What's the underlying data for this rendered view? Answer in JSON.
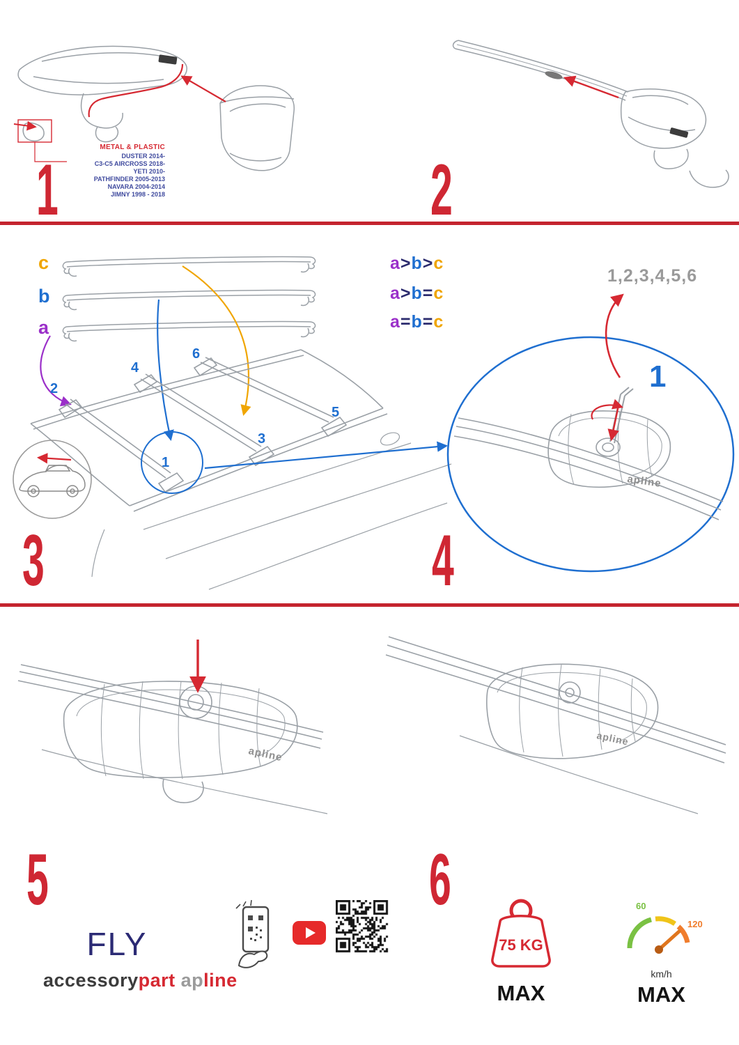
{
  "steps": {
    "s1": "1",
    "s2": "2",
    "s3": "3",
    "s4": "4",
    "s5": "5",
    "s6": "6"
  },
  "step1": {
    "material": "METAL & PLASTIC",
    "models": [
      "DUSTER 2014-",
      "C3-C5 AIRCROSS 2018-",
      "YETI 2010-",
      "PATHFINDER 2005-2013",
      "NAVARA 2004-2014",
      "JIMNY 1998 - 2018"
    ]
  },
  "legend": {
    "bar_c": "c",
    "bar_b": "b",
    "bar_a": "a",
    "formulas": [
      {
        "l1": "a",
        "o1": ">",
        "l2": "b",
        "o2": ">",
        "l3": "c"
      },
      {
        "l1": "a",
        "o1": ">",
        "l2": "b",
        "o2": "=",
        "l3": "c"
      },
      {
        "l1": "a",
        "o1": "=",
        "l2": "b",
        "o2": "=",
        "l3": "c"
      }
    ],
    "sequence": "1,2,3,4,5,6",
    "big_one": "1"
  },
  "roof_positions": [
    "1",
    "2",
    "3",
    "4",
    "5",
    "6"
  ],
  "brand": {
    "fly": "FLY",
    "accessory": "accessory",
    "part": "part",
    "ap": "ap",
    "line": "line",
    "apline_small": "apline"
  },
  "limits": {
    "weight": "75 KG",
    "weight_max": "MAX",
    "speed_60": "60",
    "speed_120": "120",
    "speed_unit": "km/h",
    "speed_max": "MAX"
  },
  "icons": [
    "phone-scan-icon",
    "youtube-play-icon",
    "qr-code",
    "weight-icon",
    "speedometer-icon"
  ],
  "colors": {
    "red": "#d62932",
    "blue": "#1f6fd0",
    "purple": "#9b2fc9",
    "orange": "#f0a500",
    "navy": "#2b2a74",
    "gray": "#9a9a9a",
    "green": "#7ac143",
    "speed_orange": "#f07d2d"
  }
}
